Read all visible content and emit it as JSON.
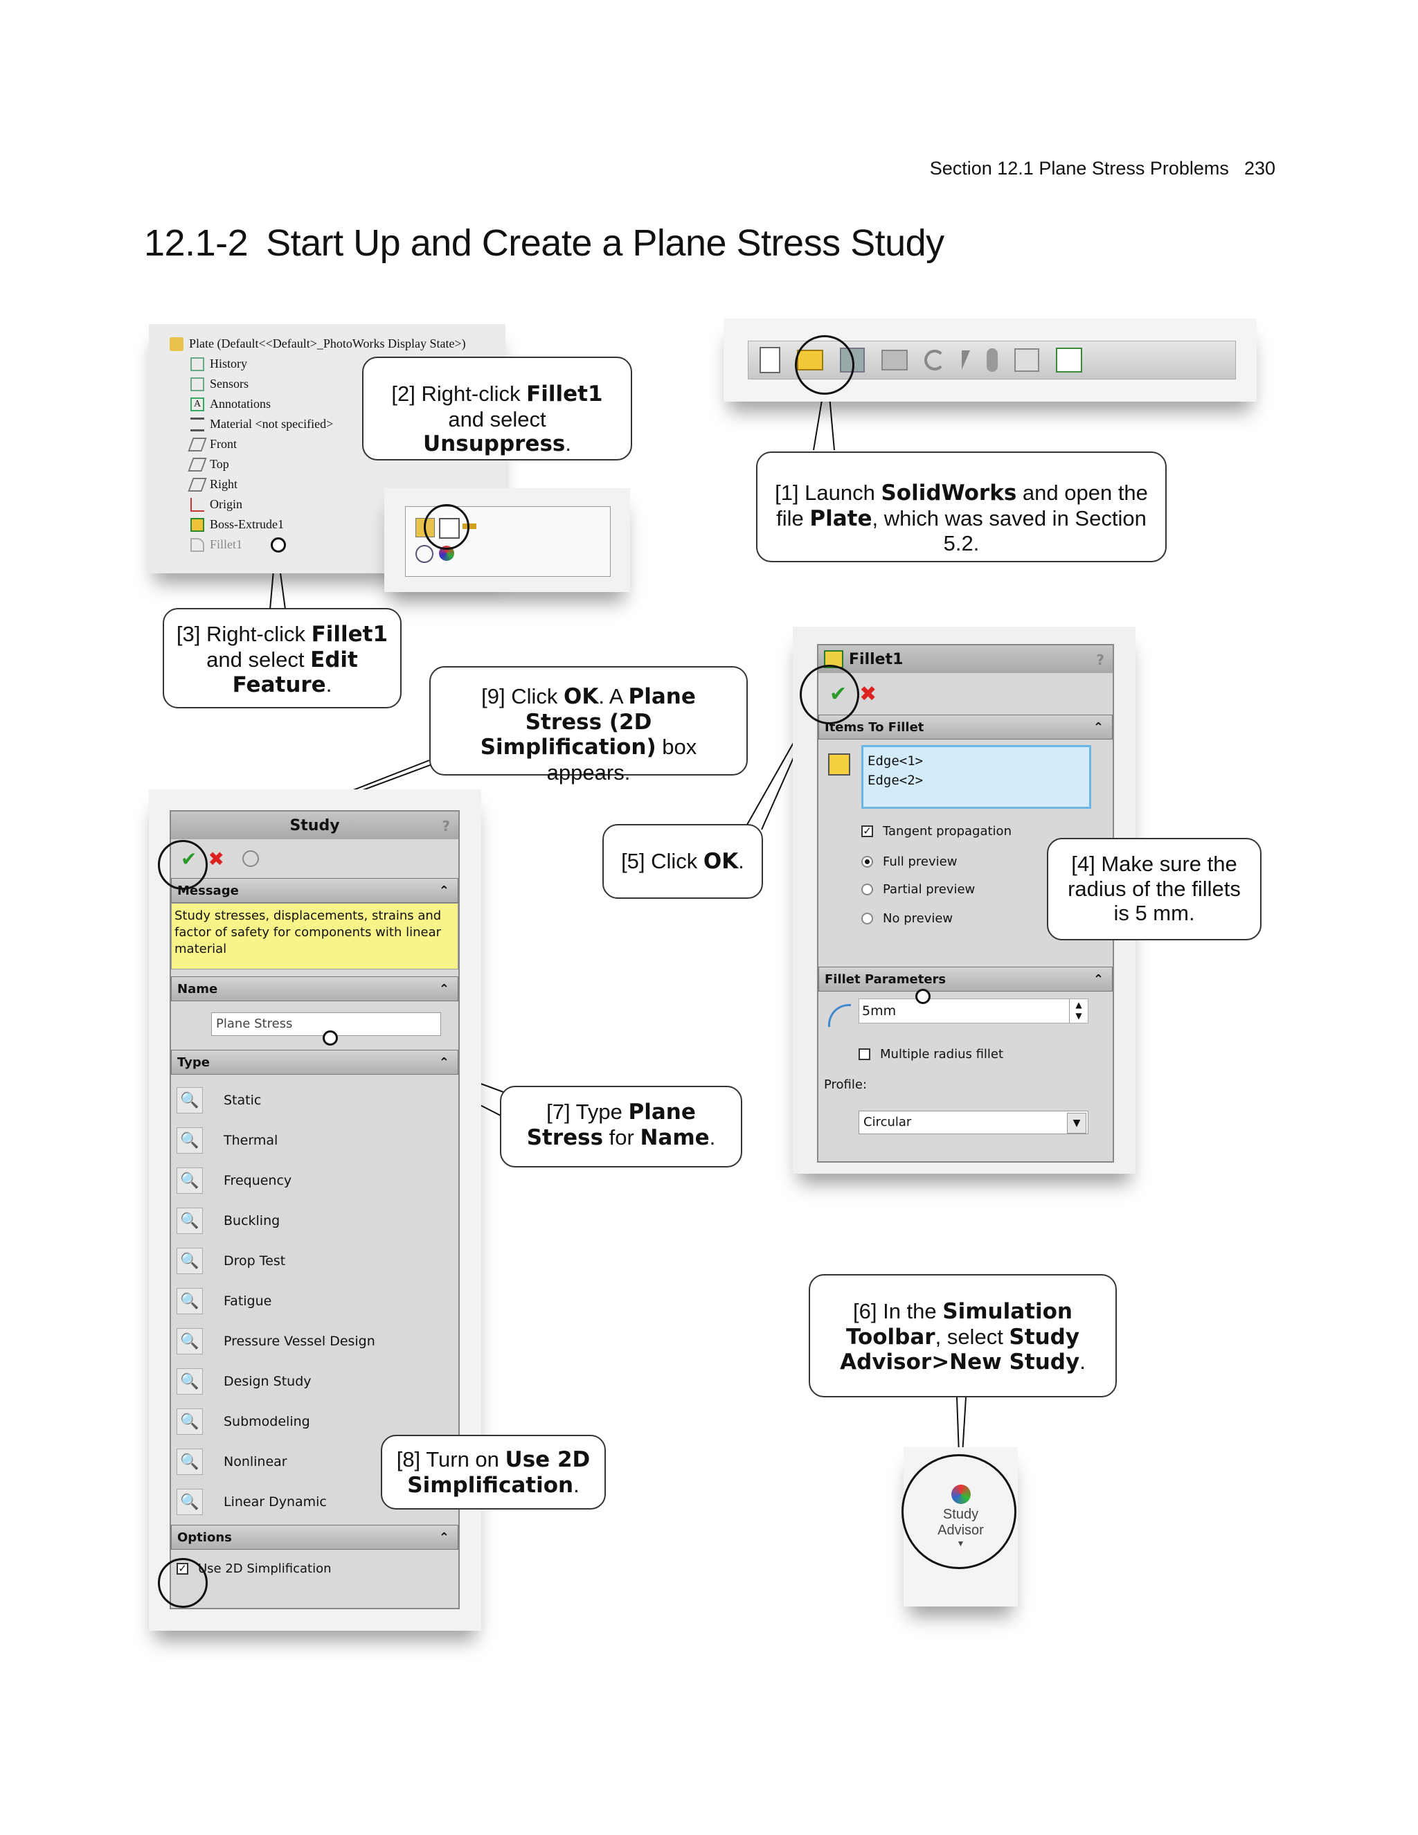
{
  "header": {
    "section": "Section 12.1  Plane Stress Problems",
    "page": "230"
  },
  "section": {
    "number": "12.1-2",
    "title": "Start Up and Create a Plane Stress Study"
  },
  "tree": {
    "root": "Plate  (Default<<Default>_PhotoWorks Display State>)",
    "items": [
      "History",
      "Sensors",
      "Annotations",
      "Material <not specified>",
      "Front",
      "Top",
      "Right",
      "Origin",
      "Boss-Extrude1",
      "Fillet1"
    ]
  },
  "callouts": {
    "c1": {
      "pre": "[1] Launch ",
      "b1": "SolidWorks",
      "mid": " and open the file ",
      "b2": "Plate",
      "post": ", which was saved in Section 5.2."
    },
    "c2": {
      "pre": "[2] Right-click ",
      "b1": "Fillet1",
      "mid": " and select ",
      "b2": "Unsuppress",
      "post": "."
    },
    "c3": {
      "pre": "[3] Right-click ",
      "b1": "Fillet1",
      "mid": " and select ",
      "b2": "Edit Feature",
      "post": "."
    },
    "c4": {
      "text": "[4] Make sure the radius of the fillets is 5 mm."
    },
    "c5": {
      "pre": "[5] Click ",
      "b1": "OK",
      "post": "."
    },
    "c6": {
      "pre": "[6] In the ",
      "b1": "Simulation Toolbar",
      "mid": ", select ",
      "b2": "Study Advisor>New Study",
      "post": "."
    },
    "c7": {
      "pre": "[7] Type ",
      "b1": "Plane Stress",
      "mid": " for ",
      "b2": "Name",
      "post": "."
    },
    "c8": {
      "pre": "[8] Turn on ",
      "b1": "Use 2D Simplification",
      "post": "."
    },
    "c9": {
      "pre": "[9] Click ",
      "b1": "OK",
      "mid": ". A ",
      "b2": "Plane Stress (2D Simplification)",
      "post": " box appears."
    }
  },
  "fillet": {
    "title": "Fillet1",
    "items_head": "Items To Fillet",
    "edges": [
      "Edge<1>",
      "Edge<2>"
    ],
    "tangent": "Tangent propagation",
    "full": "Full preview",
    "partial": "Partial preview",
    "none": "No preview",
    "params_head": "Fillet Parameters",
    "radius": "5mm",
    "multiple": "Multiple radius fillet",
    "profile_label": "Profile:",
    "profile": "Circular"
  },
  "study": {
    "title": "Study",
    "message_head": "Message",
    "message": "Study stresses, displacements, strains and factor of safety  for components with linear material",
    "name_head": "Name",
    "name_value": "Plane Stress",
    "type_head": "Type",
    "types": [
      "Static",
      "Thermal",
      "Frequency",
      "Buckling",
      "Drop Test",
      "Fatigue",
      "Pressure Vessel Design",
      "Design Study",
      "Submodeling",
      "Nonlinear",
      "Linear Dynamic"
    ],
    "options_head": "Options",
    "option": "Use 2D Simplification"
  },
  "advisor": {
    "line1": "Study",
    "line2": "Advisor"
  }
}
